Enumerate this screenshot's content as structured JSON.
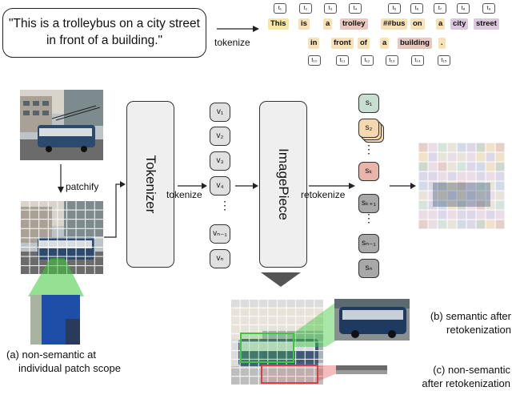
{
  "sentence": {
    "line1": "\"This is a trolleybus on a city street",
    "line2": "in front of a building.\""
  },
  "arrow_label_tokenize_top": "tokenize",
  "token_ids_top": [
    "t₁",
    "t₂",
    "t₃",
    "t₄",
    "t₅",
    "t₆",
    "t₇",
    "t₈",
    "t₉"
  ],
  "tokens_row1": [
    {
      "text": "This",
      "color": "#f6e7a4"
    },
    {
      "text": "is",
      "color": "#f7e2b7"
    },
    {
      "text": "a",
      "color": "#f7e2b7"
    },
    {
      "text": "trolley",
      "color": "#e9c8c0"
    },
    {
      "text": "##bus",
      "color": "#f7e2b7"
    },
    {
      "text": "on",
      "color": "#f7e2b7"
    },
    {
      "text": "a",
      "color": "#f7e2b7"
    },
    {
      "text": "city",
      "color": "#dcc8dc"
    },
    {
      "text": "street",
      "color": "#dcc8dc"
    }
  ],
  "tokens_row2": [
    {
      "text": "in",
      "color": "#f7e2b7"
    },
    {
      "text": "front",
      "color": "#f7e2b7"
    },
    {
      "text": "of",
      "color": "#f7e2b7"
    },
    {
      "text": "a",
      "color": "#f7e2b7"
    },
    {
      "text": "building",
      "color": "#e9c8c0"
    },
    {
      "text": ".",
      "color": "#f7e2b7"
    }
  ],
  "token_ids_bottom": [
    "t₁₀",
    "t₁₁",
    "t₁₂",
    "t₁₃",
    "t₁₄",
    "t₁₅"
  ],
  "patchify_label": "patchify",
  "tokenizer_label": "Tokenizer",
  "tokenize_label": "tokenize",
  "imagepiece_label": "ImagePiece",
  "retokenize_label": "retokenize",
  "v_tokens": [
    "v₁",
    "v₂",
    "v₃",
    "v₄",
    "⋮",
    "vₙ₋₁",
    "vₙ"
  ],
  "s_tokens_semantic": [
    "s₁",
    "s₂",
    "⋮",
    "sₖ"
  ],
  "s_tokens_rest": [
    "sₖ₊₁",
    "⋮",
    "sₙ₋₁",
    "sₙ"
  ],
  "caption_a": {
    "line1": "(a) non-semantic at",
    "line2": "individual patch scope"
  },
  "caption_b": {
    "line1": "(b) semantic after",
    "line2": "retokenization"
  },
  "caption_c": {
    "line1": "(c) non-semantic",
    "line2": "after retokenization"
  },
  "colors": {
    "box_fill": "#efefef",
    "v_fill": "#e0e0e0",
    "s1": "#c8ded0",
    "s2": "#f5d8b0",
    "sk": "#e9b5a8",
    "srest": "#a8a8a8",
    "green": "#3cc83c",
    "red": "#d94040"
  }
}
